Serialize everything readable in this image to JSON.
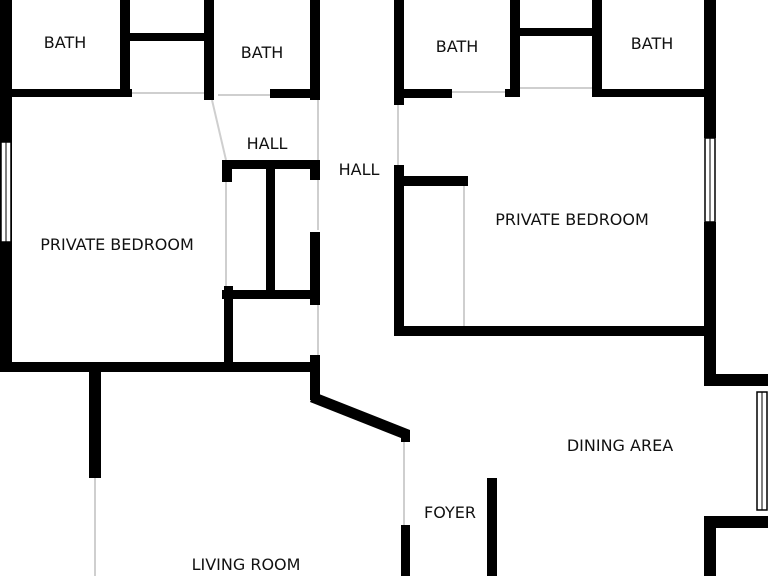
{
  "colors": {
    "wall": "#000000",
    "background": "#ffffff",
    "opening": "#dddddd"
  },
  "rooms": {
    "bath_1": "BATH",
    "bath_2": "BATH",
    "bath_3": "BATH",
    "bath_4": "BATH",
    "hall_small": "HALL",
    "hall_main": "HALL",
    "bedroom_left": "PRIVATE BEDROOM",
    "bedroom_right": "PRIVATE BEDROOM",
    "dining": "DINING AREA",
    "foyer": "FOYER",
    "living": "LIVING ROOM"
  }
}
